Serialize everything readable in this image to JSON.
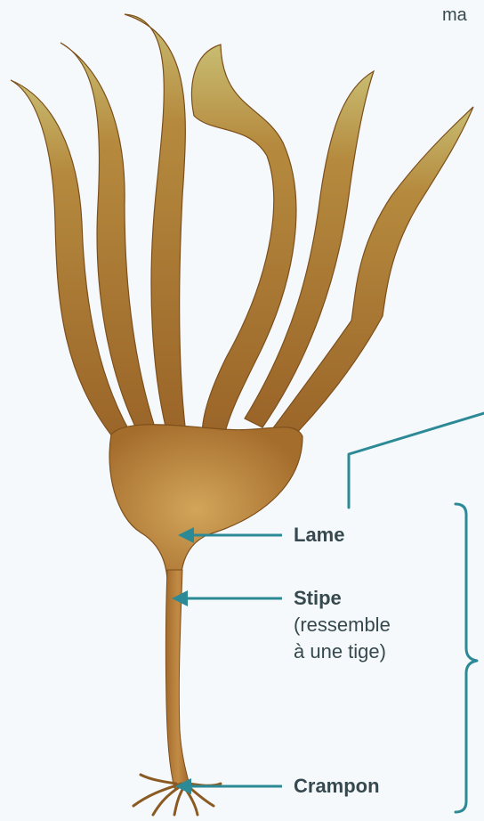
{
  "diagram": {
    "cut_top_text": "ma",
    "parts": [
      {
        "id": "lame",
        "label": "Lame"
      },
      {
        "id": "stipe",
        "label": "Stipe",
        "note_line1": "(ressemble",
        "note_line2": "à une tige)"
      },
      {
        "id": "crampon",
        "label": "Crampon"
      }
    ],
    "colors": {
      "arrow": "#2c8a96",
      "text": "#35494f",
      "kelp_dark": "#8a5a22",
      "kelp_mid": "#b07a35",
      "kelp_light": "#d4a95a",
      "kelp_tip": "#c9c27a"
    }
  }
}
